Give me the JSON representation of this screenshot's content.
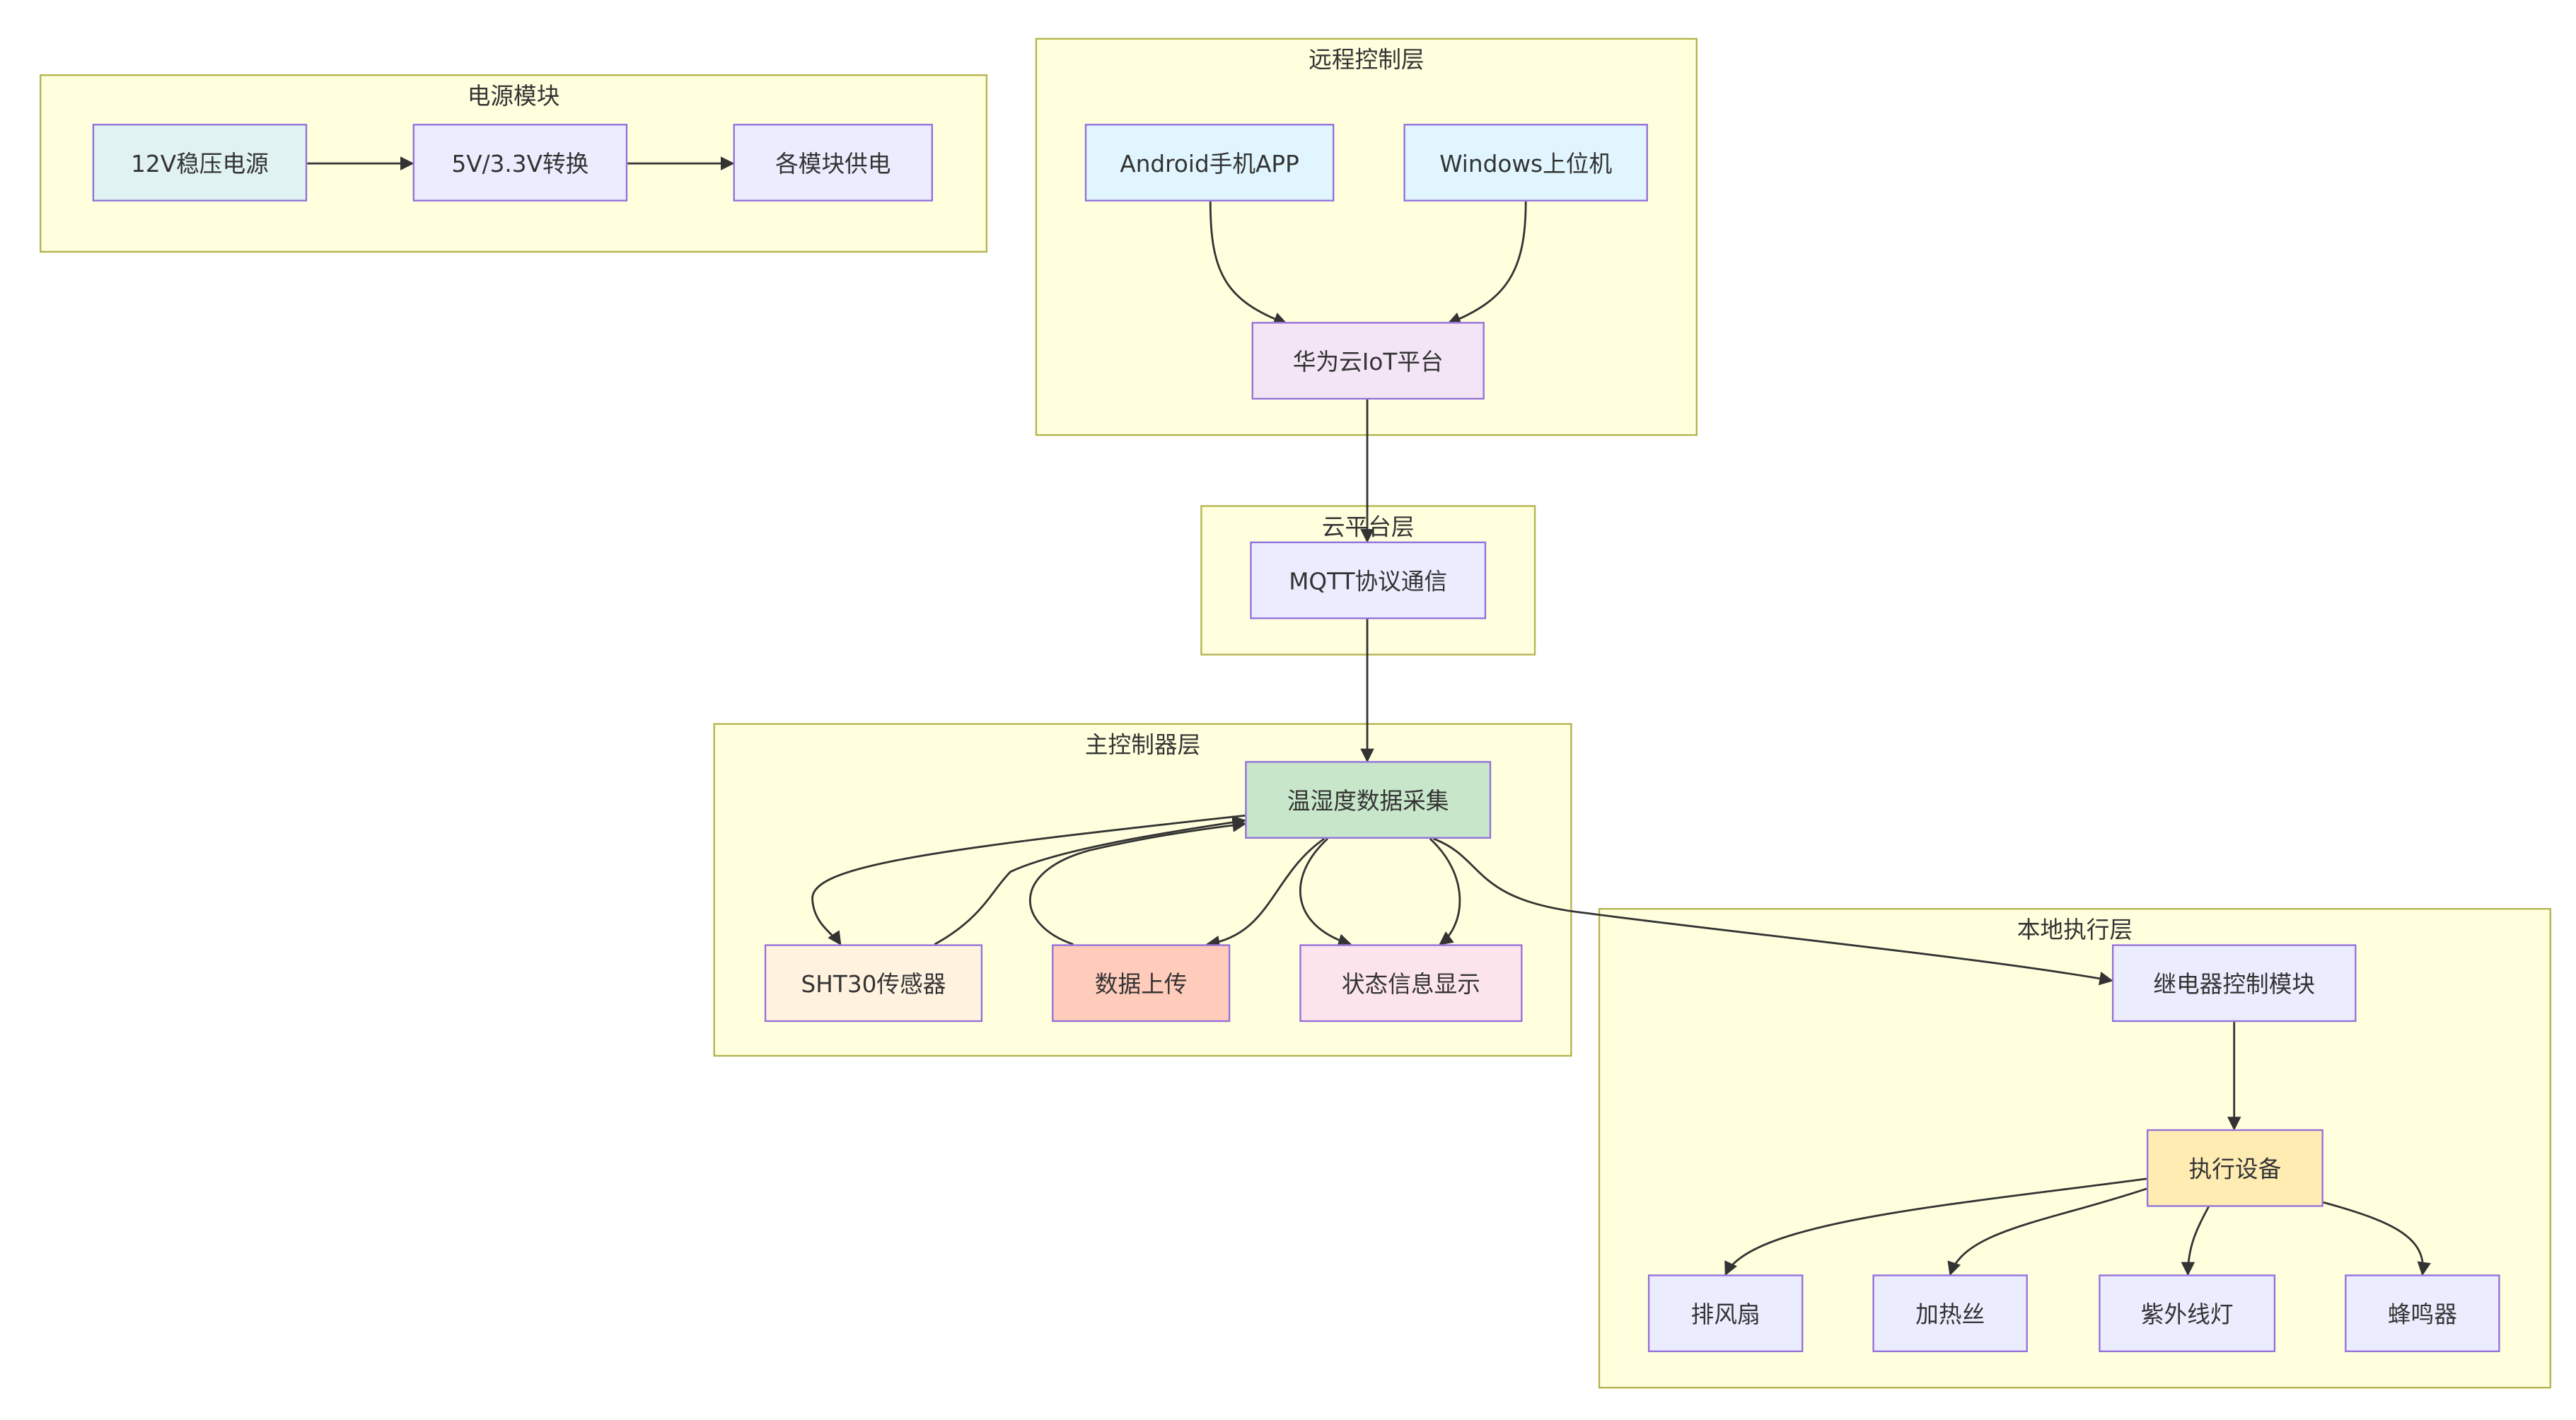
{
  "groups": {
    "power": {
      "label": "电源模块"
    },
    "remote": {
      "label": "远程控制层"
    },
    "cloud": {
      "label": "云平台层"
    },
    "main": {
      "label": "主控制器层"
    },
    "local": {
      "label": "本地执行层"
    }
  },
  "nodes": {
    "psu12v": {
      "label": "12V稳压电源",
      "fill": "#e0f2f1"
    },
    "conv": {
      "label": "5V/3.3V转换",
      "fill": "#ececff"
    },
    "supply": {
      "label": "各模块供电",
      "fill": "#ececff"
    },
    "android": {
      "label": "Android手机APP",
      "fill": "#e1f5fe"
    },
    "windows": {
      "label": "Windows上位机",
      "fill": "#e1f5fe"
    },
    "huawei": {
      "label": "华为云IoT平台",
      "fill": "#f3e5f5"
    },
    "mqtt": {
      "label": "MQTT协议通信",
      "fill": "#ececff"
    },
    "collect": {
      "label": "温湿度数据采集",
      "fill": "#c8e6c9"
    },
    "sht30": {
      "label": "SHT30传感器",
      "fill": "#fff3e0"
    },
    "upload": {
      "label": "数据上传",
      "fill": "#ffccbc"
    },
    "display": {
      "label": "状态信息显示",
      "fill": "#fce4ec"
    },
    "relay": {
      "label": "继电器控制模块",
      "fill": "#ececff"
    },
    "actuator": {
      "label": "执行设备",
      "fill": "#ffecb3"
    },
    "fan": {
      "label": "排风扇",
      "fill": "#ececff"
    },
    "heater": {
      "label": "加热丝",
      "fill": "#ececff"
    },
    "uv": {
      "label": "紫外线灯",
      "fill": "#ececff"
    },
    "buzzer": {
      "label": "蜂鸣器",
      "fill": "#ececff"
    }
  },
  "edges": [
    {
      "from": "psu12v",
      "to": "conv"
    },
    {
      "from": "conv",
      "to": "supply"
    },
    {
      "from": "android",
      "to": "huawei"
    },
    {
      "from": "windows",
      "to": "huawei"
    },
    {
      "from": "huawei",
      "to": "mqtt"
    },
    {
      "from": "mqtt",
      "to": "collect"
    },
    {
      "from": "collect",
      "to": "sht30"
    },
    {
      "from": "sht30",
      "to": "collect"
    },
    {
      "from": "collect",
      "to": "upload"
    },
    {
      "from": "upload",
      "to": "collect"
    },
    {
      "from": "collect",
      "to": "display"
    },
    {
      "from": "collect",
      "to": "display"
    },
    {
      "from": "collect",
      "to": "relay"
    },
    {
      "from": "relay",
      "to": "actuator"
    },
    {
      "from": "actuator",
      "to": "fan"
    },
    {
      "from": "actuator",
      "to": "heater"
    },
    {
      "from": "actuator",
      "to": "uv"
    },
    {
      "from": "actuator",
      "to": "buzzer"
    }
  ],
  "colors": {
    "group_fill": "#ffffde",
    "group_border": "#b3b34d",
    "node_border": "#9370db",
    "edge": "#333333"
  }
}
